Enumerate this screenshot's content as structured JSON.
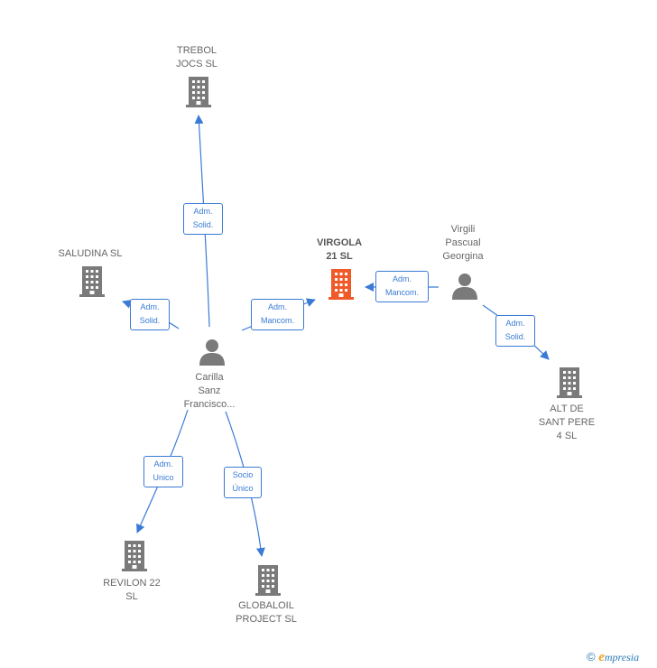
{
  "nodes": {
    "trebol": {
      "label": "TREBOL\nJOCS  SL",
      "type": "company"
    },
    "saludina": {
      "label": "SALUDINA SL",
      "type": "company"
    },
    "virgola": {
      "label": "VIRGOLA\n21  SL",
      "type": "company-focus"
    },
    "virgili": {
      "label": "Virgili\nPascual\nGeorgina",
      "type": "person"
    },
    "alt": {
      "label": "ALT DE\nSANT PERE\n4  SL",
      "type": "company"
    },
    "carilla": {
      "label": "Carilla\nSanz\nFrancisco...",
      "type": "person"
    },
    "revilon": {
      "label": "REVILON 22\nSL",
      "type": "company"
    },
    "globaloil": {
      "label": "GLOBALOIL\nPROJECT  SL",
      "type": "company"
    }
  },
  "edges": {
    "carilla_trebol": {
      "label": "Adm.\nSolid."
    },
    "carilla_saludina": {
      "label": "Adm.\nSolid."
    },
    "carilla_virgola": {
      "label": "Adm.\nMancom."
    },
    "virgili_virgola": {
      "label": "Adm.\nMancom."
    },
    "virgili_alt": {
      "label": "Adm.\nSolid."
    },
    "carilla_revilon": {
      "label": "Adm.\nUnico"
    },
    "carilla_globaloil": {
      "label": "Socio\nÚnico"
    }
  },
  "colors": {
    "edge": "#3a7bd5",
    "company": "#7a7a7a",
    "company_focus": "#f05a28",
    "person": "#7a7a7a"
  },
  "footer": {
    "copyright": "©",
    "brand_initial": "e",
    "brand_rest": "mpresia"
  }
}
